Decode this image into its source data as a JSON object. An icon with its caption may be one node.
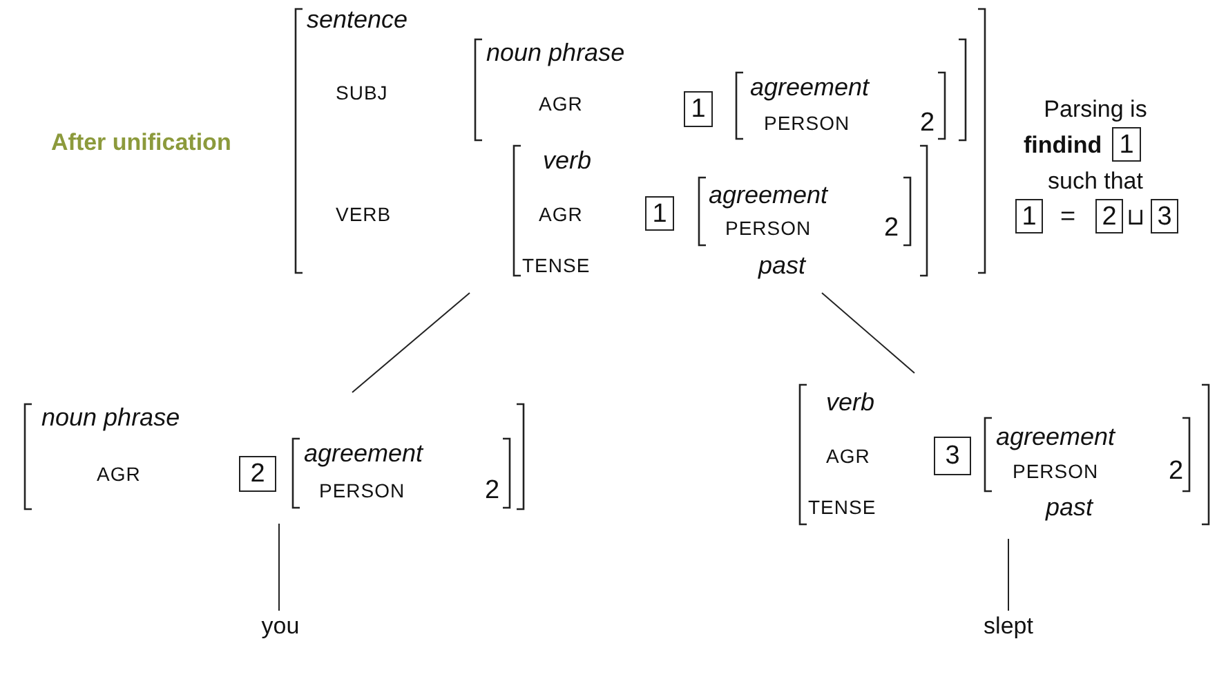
{
  "diagram": {
    "nodes": [
      {
        "text": [
          "sentence",
          "SUBJ",
          "VERB"
        ]
      },
      {
        "text": [
          "noun phrase",
          "AGR"
        ],
        "in": 0
      },
      {
        "text": [
          "1"
        ],
        "in": 1
      },
      {
        "text": [
          "agreement",
          "PERSON",
          "2"
        ],
        "in": 1
      },
      {
        "text": [
          "verb",
          "AGR",
          "TENSE",
          "past"
        ],
        "in": 0
      },
      {
        "text": [
          "1"
        ],
        "in": 4
      },
      {
        "text": [
          "agreement",
          "PERSON",
          "2"
        ],
        "in": 4
      },
      {
        "text": [
          "noun phrase",
          "AGR"
        ]
      },
      {
        "text": [
          "2"
        ],
        "in": 7
      },
      {
        "text": [
          "agreement",
          "PERSON",
          "2"
        ],
        "in": 7
      },
      {
        "text": [
          "verb",
          "AGR",
          "TENSE",
          "past"
        ]
      },
      {
        "text": [
          "3"
        ],
        "in": 10
      },
      {
        "text": [
          "agreement",
          "PERSON",
          "2"
        ],
        "in": 10
      },
      {
        "text": [
          "you"
        ]
      },
      {
        "text": [
          "slept"
        ]
      },
      {
        "text": [
          "1"
        ]
      },
      {
        "text": [
          "1"
        ]
      },
      {
        "text": [
          "2"
        ]
      },
      {
        "text": [
          "3"
        ]
      }
    ],
    "edges": [
      {
        "from": 0,
        "to": 7,
        "arrow": "none"
      },
      {
        "from": 0,
        "to": 10,
        "arrow": "none"
      },
      {
        "from": 7,
        "to": 13,
        "arrow": "none"
      },
      {
        "from": 10,
        "to": 14,
        "arrow": "none"
      }
    ],
    "labels": [
      "After unification",
      "Parsing is",
      "findind",
      "such that",
      "=",
      "⊔"
    ]
  }
}
